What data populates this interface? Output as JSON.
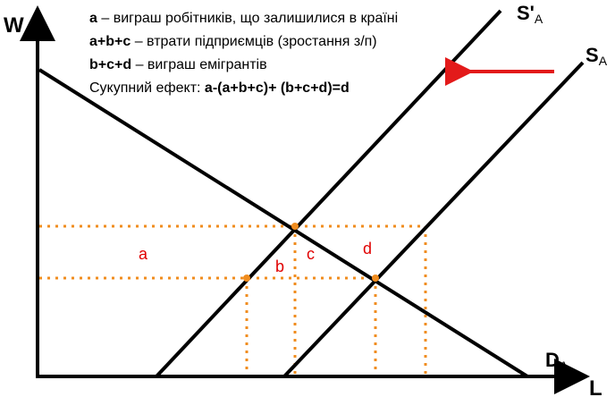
{
  "axes": {
    "y_label": "W",
    "x_label": "L"
  },
  "curves": {
    "supply_shifted": {
      "main": "S'",
      "sub": "A"
    },
    "supply_original": {
      "main": "S",
      "sub": "A"
    },
    "demand": {
      "main": "D",
      "sub": "A"
    }
  },
  "legend": [
    {
      "term": "a",
      "text": " – виграш робітників, що залишилися в країні"
    },
    {
      "term": "a+b+c",
      "text": " – втрати підприємців (зростання з/п)"
    },
    {
      "term": "b+c+d",
      "text": " – виграш емігрантів"
    },
    {
      "term": "",
      "text": "Сукупний ефект: ",
      "formula": "a-(a+b+c)+ (b+c+d)=d"
    }
  ],
  "regions": {
    "a": "a",
    "b": "b",
    "c": "c",
    "d": "d"
  },
  "colors": {
    "axis": "#000000",
    "curve": "#000000",
    "guide": "#f08c1e",
    "arrow": "#e31a1a",
    "region_label": "#e00000"
  }
}
